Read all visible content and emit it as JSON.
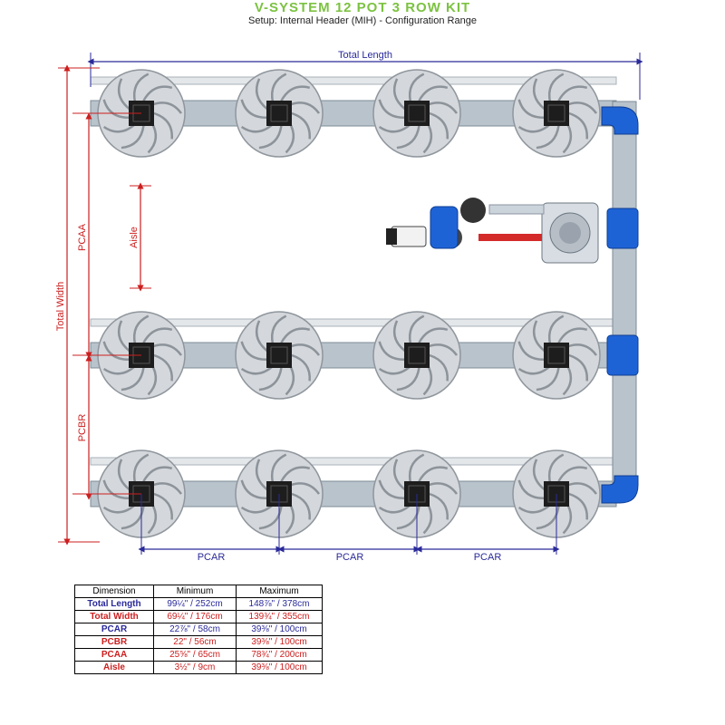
{
  "header": {
    "title": "V-SYSTEM 12 POT 3 ROW KIT",
    "subtitle": "Setup: Internal Header (MIH) - Configuration Range"
  },
  "labels": {
    "total_length": "Total Length",
    "total_width": "Total Width",
    "pcaa": "PCAA",
    "aisle": "Aisle",
    "pcbr": "PCBR",
    "pcar": "PCAR"
  },
  "colors": {
    "title": "#7cc242",
    "dim_blue": "#2a2a9a",
    "dim_red": "#cc1f1f",
    "pipe_blue": "#1e63d6",
    "pot_grey": "#c9ccd1"
  },
  "table": {
    "headers": [
      "Dimension",
      "Minimum",
      "Maximum"
    ],
    "rows": [
      {
        "name": "Total Length",
        "min": "99¼\" / 252cm",
        "max": "148⅞\" / 378cm",
        "color": "blue"
      },
      {
        "name": "Total Width",
        "min": "69¼\" / 176cm",
        "max": "139¾\" / 355cm",
        "color": "red"
      },
      {
        "name": "PCAR",
        "min": "22⅞\" / 58cm",
        "max": "39⅜\" / 100cm",
        "color": "blue"
      },
      {
        "name": "PCBR",
        "min": "22\" / 56cm",
        "max": "39⅜\" / 100cm",
        "color": "red"
      },
      {
        "name": "PCAA",
        "min": "25⅝\" / 65cm",
        "max": "78¾\" / 200cm",
        "color": "red"
      },
      {
        "name": "Aisle",
        "min": "3½\" / 9cm",
        "max": "39⅜\" / 100cm",
        "color": "red"
      }
    ]
  }
}
